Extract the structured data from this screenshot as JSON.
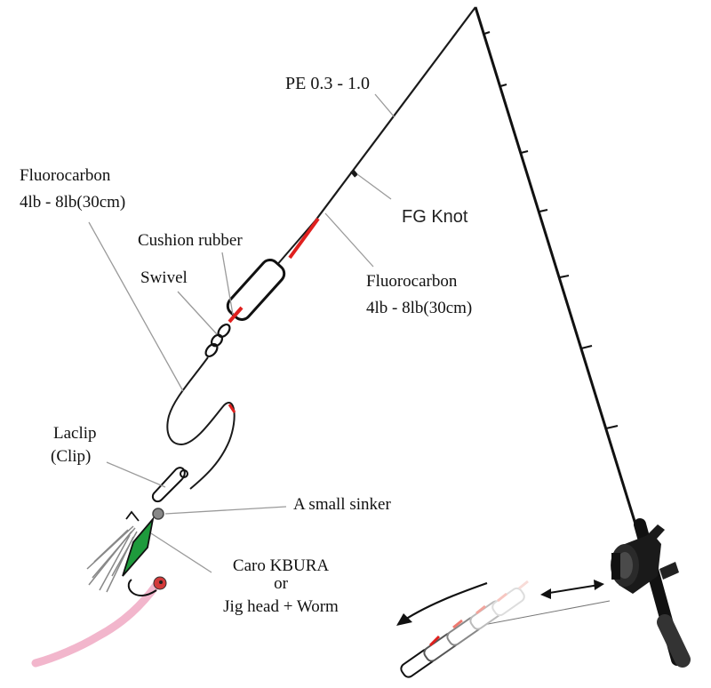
{
  "labels": {
    "pe_line": "PE 0.3 - 1.0",
    "fluoro_top_1": "Fluorocarbon",
    "fluoro_top_2": "4lb - 8lb(30cm)",
    "cushion_rubber": "Cushion rubber",
    "swivel": "Swivel",
    "fg_knot": "FG Knot",
    "fluoro_right_1": "Fluorocarbon",
    "fluoro_right_2": "4lb - 8lb(30cm)",
    "laclip_1": "Laclip",
    "laclip_2": "(Clip)",
    "sinker": "A small sinker",
    "lure_1": "Caro KBURA",
    "lure_2": "or",
    "lure_3": "Jig head + Worm"
  },
  "colors": {
    "line": "#1a1a1a",
    "rubber": "#e0201e",
    "leader": "#9a9a9a",
    "lure": "#1e9a3c",
    "worm": "#f2b6cc",
    "rod": "#111111"
  }
}
